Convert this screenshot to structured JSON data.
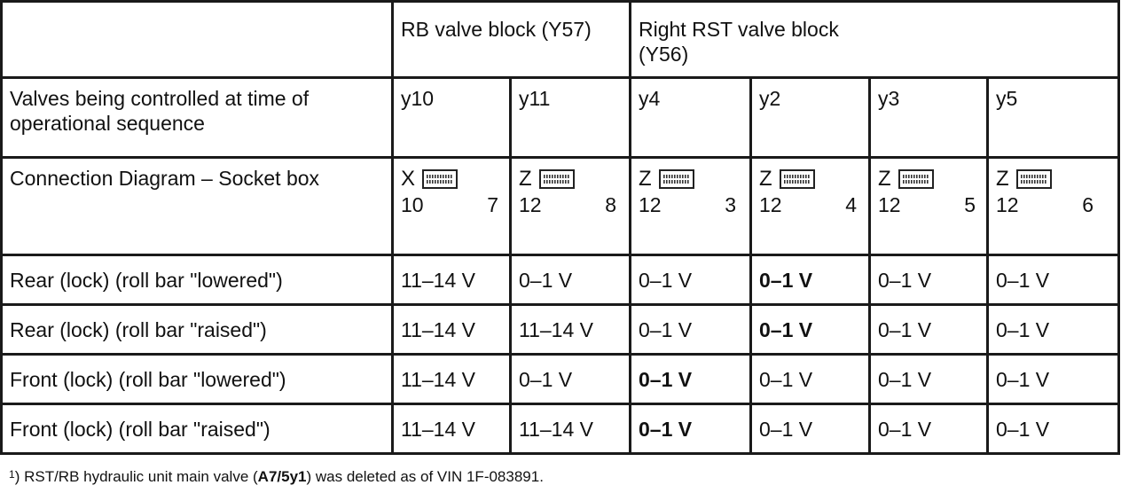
{
  "table": {
    "header": {
      "rb_block": "RB valve block (Y57)",
      "rst_block": "Right RST valve block (Y56)"
    },
    "valves_row": {
      "label": "Valves being controlled at time of operational sequence",
      "cells": [
        "y10",
        "y11",
        "y4",
        "y2",
        "y3",
        "y5"
      ]
    },
    "connection_row": {
      "label": "Connection Diagram – Socket box",
      "cells": [
        {
          "letter": "X",
          "left": "10",
          "right": "7"
        },
        {
          "letter": "Z",
          "left": "12",
          "right": "8"
        },
        {
          "letter": "Z",
          "left": "12",
          "right": "3"
        },
        {
          "letter": "Z",
          "left": "12",
          "right": "4"
        },
        {
          "letter": "Z",
          "left": "12",
          "right": "5"
        },
        {
          "letter": "Z",
          "left": "12",
          "right": "6"
        }
      ]
    },
    "rows": [
      {
        "label": "Rear (lock) (roll bar \"lowered\")",
        "values": [
          "11–14 V",
          "0–1 V",
          "0–1 V",
          "0–1 V",
          "0–1 V",
          "0–1 V"
        ],
        "bold": [
          false,
          false,
          false,
          true,
          false,
          false
        ]
      },
      {
        "label": "Rear (lock) (roll bar \"raised\")",
        "values": [
          "11–14 V",
          "11–14 V",
          "0–1 V",
          "0–1 V",
          "0–1 V",
          "0–1 V"
        ],
        "bold": [
          false,
          false,
          false,
          true,
          false,
          false
        ]
      },
      {
        "label": "Front (lock) (roll bar \"lowered\")",
        "values": [
          "11–14 V",
          "0–1 V",
          "0–1 V",
          "0–1 V",
          "0–1 V",
          "0–1 V"
        ],
        "bold": [
          false,
          false,
          true,
          false,
          false,
          false
        ]
      },
      {
        "label": "Front (lock) (roll bar \"raised\")",
        "values": [
          "11–14 V",
          "11–14 V",
          "0–1 V",
          "0–1 V",
          "0–1 V",
          "0–1 V"
        ],
        "bold": [
          false,
          false,
          true,
          false,
          false,
          false
        ]
      }
    ]
  },
  "footnote": {
    "marker": "1",
    "text_before": ")  RST/RB hydraulic unit main valve (",
    "bold_part": "A7/5y1",
    "text_after": ") was deleted as of VIN 1F-083891."
  }
}
